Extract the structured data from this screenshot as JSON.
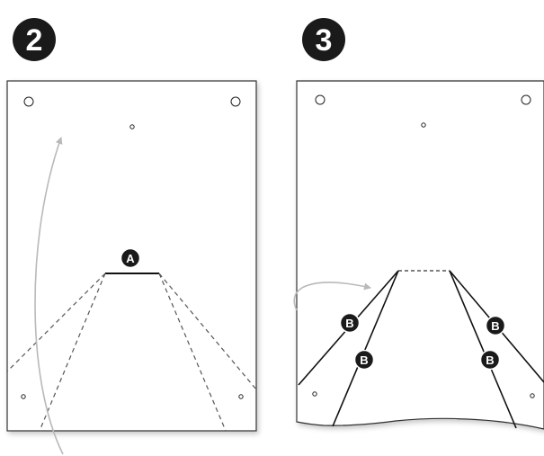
{
  "panels": [
    {
      "step_label": "2",
      "badges": [
        {
          "text": "A"
        }
      ]
    },
    {
      "step_label": "3",
      "badges": [
        {
          "text": "B"
        },
        {
          "text": "B"
        },
        {
          "text": "B"
        },
        {
          "text": "B"
        }
      ]
    }
  ],
  "colors": {
    "ink": "#111111",
    "dashed_line": "#555555",
    "arrow": "#b9b9b9",
    "paper_border": "#333333",
    "badge_fill": "#1a1a1a",
    "badge_text": "#ffffff"
  }
}
